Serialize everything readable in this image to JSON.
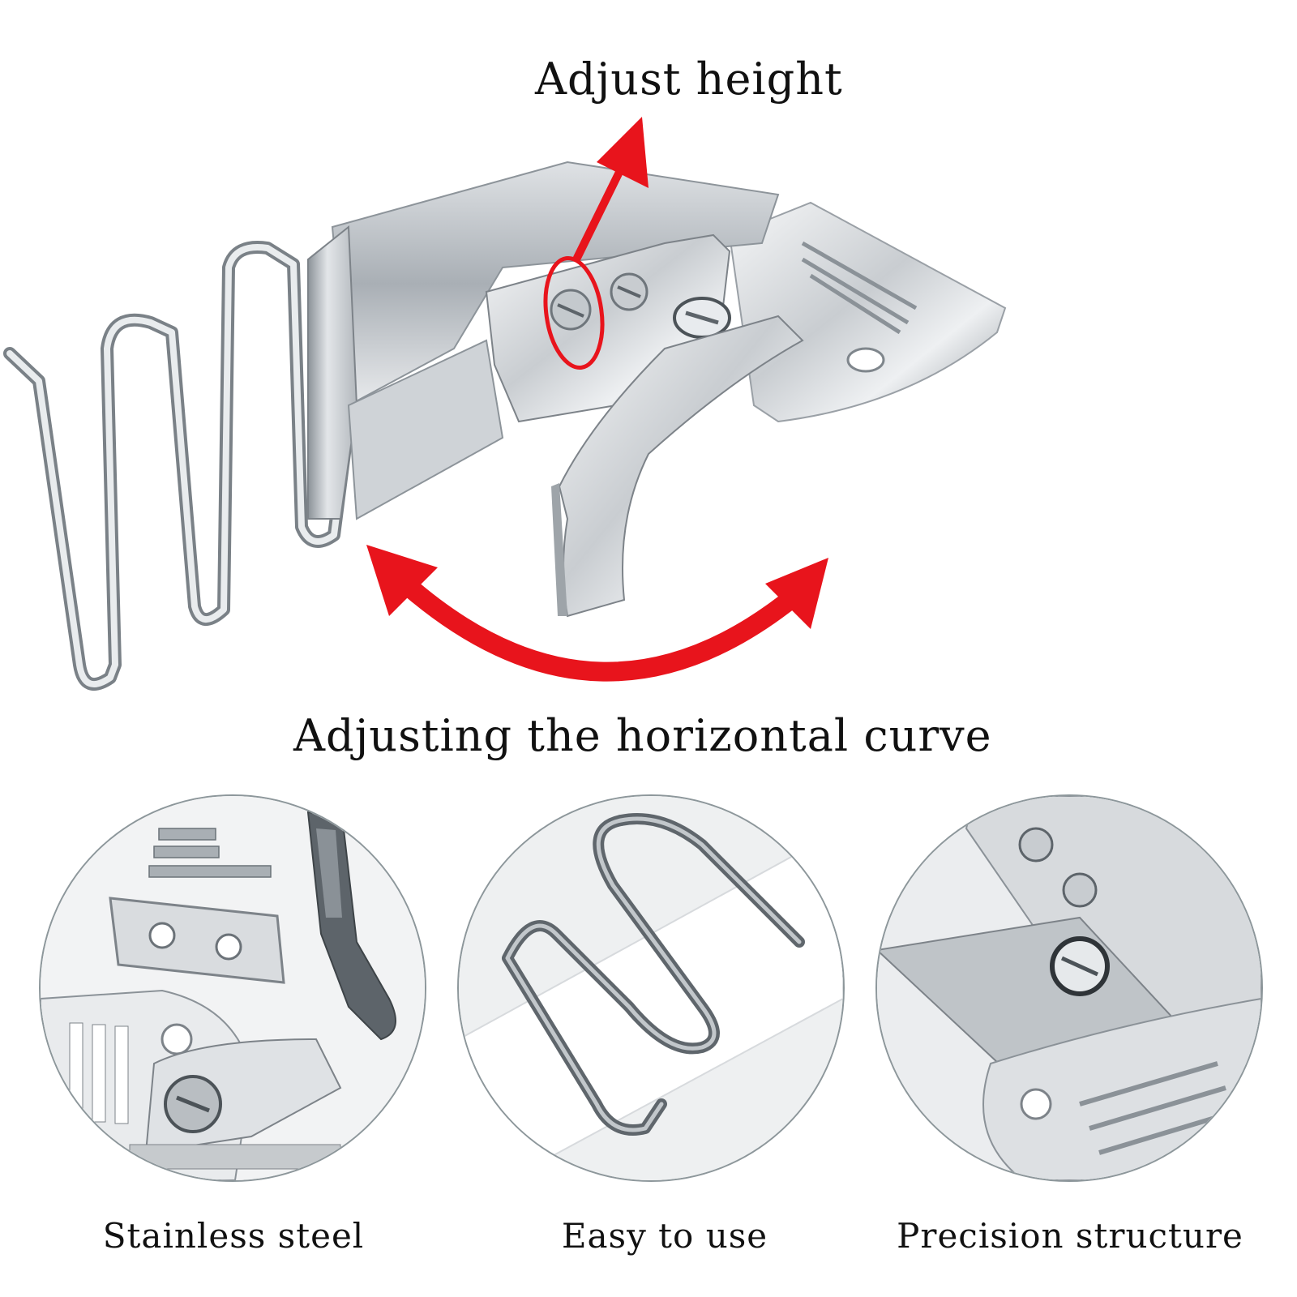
{
  "product": {
    "title_top": "Adjust height",
    "title_mid": "Adjusting the horizontal curve"
  },
  "features": [
    {
      "label": "Stainless steel"
    },
    {
      "label": "Easy to use"
    },
    {
      "label": "Precision structure"
    }
  ],
  "colors": {
    "accent_arrow": "#e8141c",
    "metal_light": "#e6e8ea",
    "metal_mid": "#b7bcc1",
    "metal_dark": "#6f767c",
    "circle_border": "#8d979b"
  },
  "icons": {
    "height_arrow": "up-right-arrow-icon",
    "curve_arrow": "double-headed-curved-arrow-icon",
    "highlight": "red-ellipse-highlight-icon"
  }
}
